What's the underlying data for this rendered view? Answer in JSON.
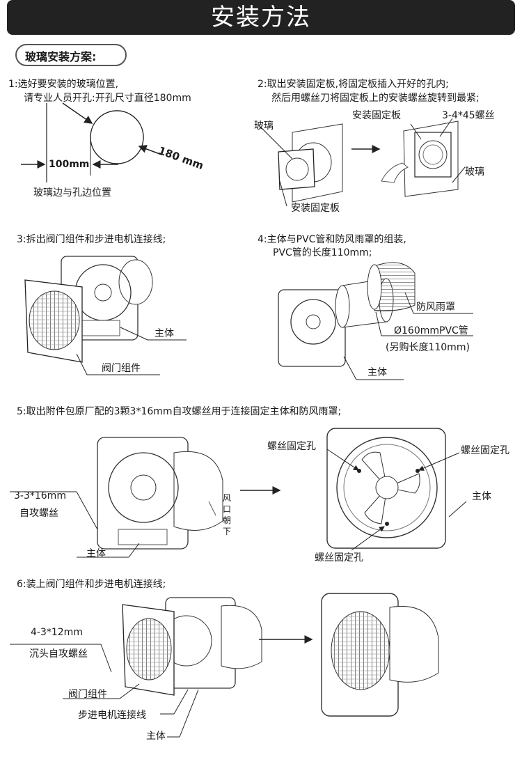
{
  "header": {
    "title": "安装方法"
  },
  "section": {
    "title": "玻璃安装方案:"
  },
  "steps": [
    {
      "line1": "1:选好要安装的玻璃位置,",
      "line2": "请专业人员开孔:开孔尺寸直径180mm"
    },
    {
      "line1": "2:取出安装固定板,将固定板插入开好的孔内;",
      "line2": "然后用螺丝刀将固定板上的安装螺丝旋转到最紧;"
    },
    {
      "line1": "3:拆出阀门组件和步进电机连接线;"
    },
    {
      "line1": "4:主体与PVC管和防风雨罩的组装,",
      "line2": "PVC管的长度110mm;"
    },
    {
      "line1": "5:取出附件包原厂配的3颗3*16mm自攻螺丝用于连接固定主体和防风雨罩;"
    },
    {
      "line1": "6:装上阀门组件和步进电机连接线;"
    }
  ],
  "step1": {
    "dim_small": "100mm",
    "dim_large": "180 mm",
    "caption": "玻璃边与孔边位置"
  },
  "step2": {
    "glass_left": "玻璃",
    "plate_top": "安装固定板",
    "screws": "3-4*45螺丝",
    "glass_right": "玻璃",
    "plate_bottom": "安装固定板"
  },
  "step3": {
    "body": "主体",
    "valve": "阀门组件"
  },
  "step4": {
    "hood": "防风雨罩",
    "pvc": "Ø160mmPVC管",
    "pvc_note": "(另购长度110mm)",
    "body": "主体"
  },
  "step5": {
    "screw_spec": "3-3*16mm",
    "screw_type": "自攻螺丝",
    "body": "主体",
    "outlet": [
      "风",
      "口",
      "朝",
      "下"
    ],
    "hole_left": "螺丝固定孔",
    "hole_right": "螺丝固定孔",
    "body_right": "主体",
    "hole_bottom": "螺丝固定孔"
  },
  "step6": {
    "screw_spec": "4-3*12mm",
    "screw_type": "沉头自攻螺丝",
    "valve": "阀门组件",
    "motor_wire": "步进电机连接线",
    "body": "主体"
  }
}
